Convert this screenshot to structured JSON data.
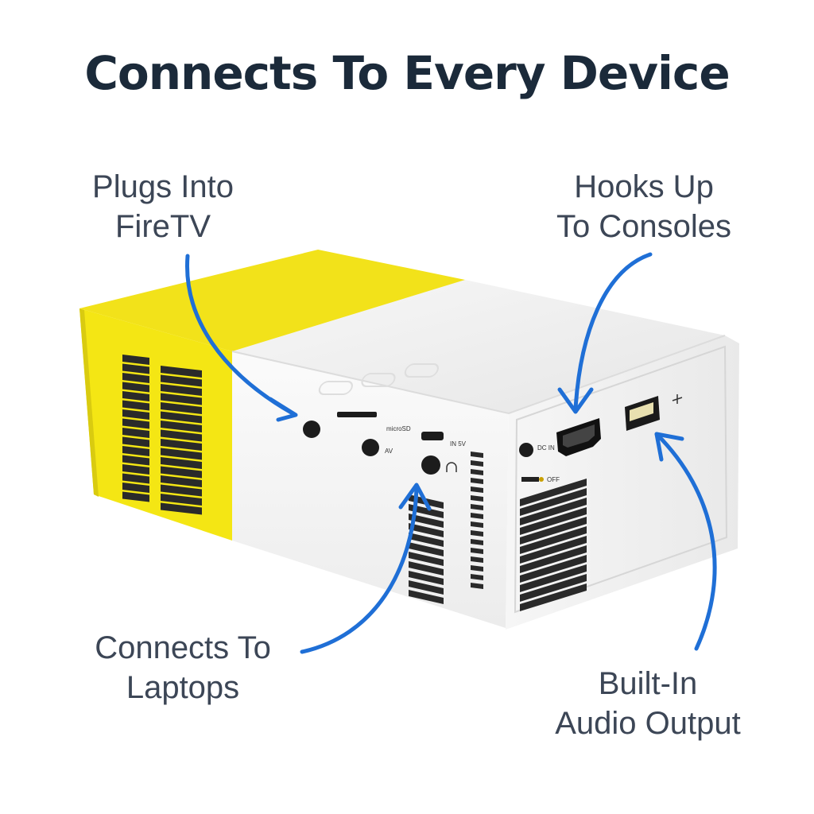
{
  "headline": "Connects To Every Device",
  "callouts": {
    "firetv": {
      "line1": "Plugs Into",
      "line2": "FireTV"
    },
    "consoles": {
      "line1": "Hooks Up",
      "line2": "To Consoles"
    },
    "laptops": {
      "line1": "Connects To",
      "line2": "Laptops"
    },
    "audio": {
      "line1": "Built-In",
      "line2": "Audio Output"
    }
  },
  "port_labels": {
    "microsd": "microSD",
    "av": "AV",
    "in5v": "IN 5V",
    "dcin": "DC IN",
    "off": "OFF"
  },
  "colors": {
    "headline": "#1b2a3a",
    "callout_text": "#3c4656",
    "arrow": "#1f6fd6",
    "housing_yellow": "#f4e614",
    "housing_white": "#f3f3f3"
  },
  "icons": [
    "headphone-icon",
    "usb-icon"
  ]
}
